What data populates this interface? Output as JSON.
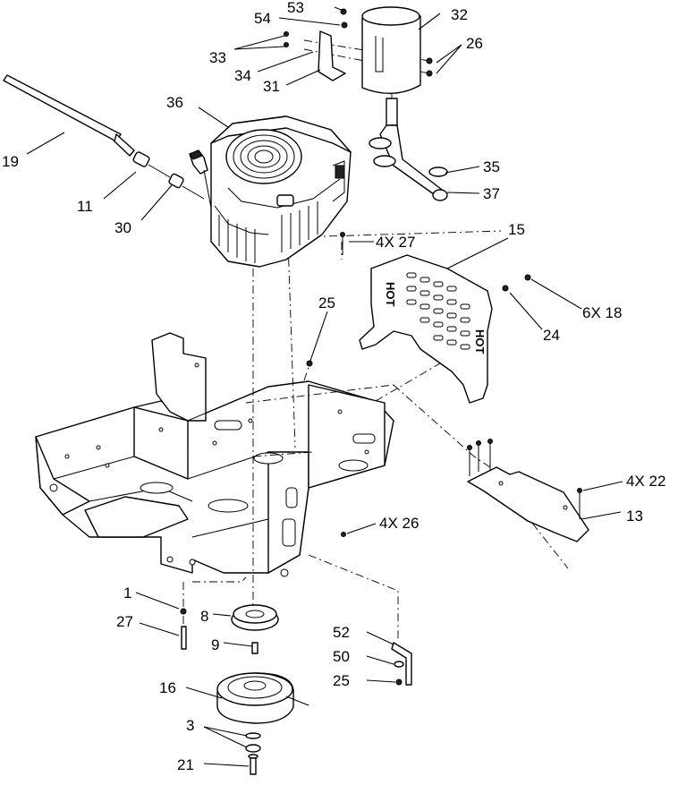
{
  "callouts": {
    "c53": "53",
    "c32": "32",
    "c54": "54",
    "c26": "26",
    "c33": "33",
    "c34": "34",
    "c31": "31",
    "c36": "36",
    "c19": "19",
    "c35": "35",
    "c11": "11",
    "c37": "37",
    "c30": "30",
    "c4x27": "4X 27",
    "c15": "15",
    "c6x18": "6X 18",
    "c25a": "25",
    "c24": "24",
    "c4x22": "4X 22",
    "c13": "13",
    "c4x26": "4X 26",
    "c1": "1",
    "c8": "8",
    "c27": "27",
    "c9": "9",
    "c52": "52",
    "c50": "50",
    "c25b": "25",
    "c16": "16",
    "c3": "3",
    "c21": "21"
  },
  "shield_text": {
    "left": "HOT",
    "right": "HOT"
  }
}
